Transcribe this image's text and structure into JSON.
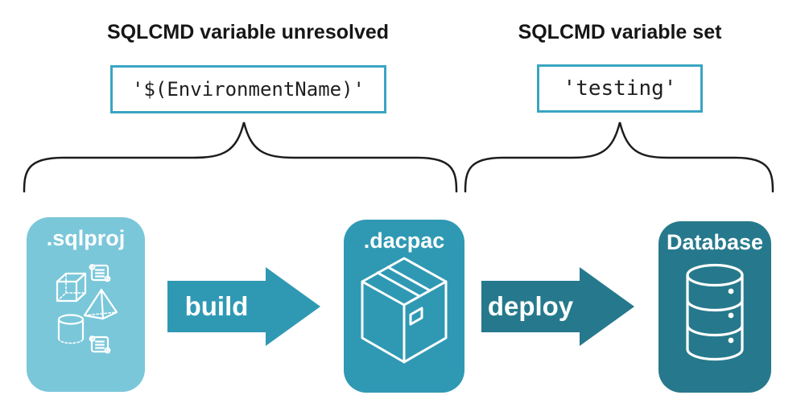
{
  "colors": {
    "light-blue": "#7ac7da",
    "teal": "#2f99b4",
    "dark-teal": "#26798c",
    "code-border": "#3aa5c2",
    "code-text": "#1f1f1f",
    "heading-text": "#161616",
    "brace": "#1c1c1c"
  },
  "annotations": {
    "left": {
      "heading": "SQLCMD variable unresolved",
      "value": "'$(EnvironmentName)'"
    },
    "right": {
      "heading": "SQLCMD variable set",
      "value": "'testing'"
    }
  },
  "pipeline": {
    "stages": [
      {
        "id": "sqlproj",
        "label": ".sqlproj",
        "icon": "sql-objects-icon"
      },
      {
        "id": "dacpac",
        "label": ".dacpac",
        "icon": "package-icon"
      },
      {
        "id": "database",
        "label": "Database",
        "icon": "database-icon"
      }
    ],
    "arrows": [
      {
        "label": "build",
        "direction": "right"
      },
      {
        "label": "deploy",
        "direction": "right"
      }
    ]
  }
}
